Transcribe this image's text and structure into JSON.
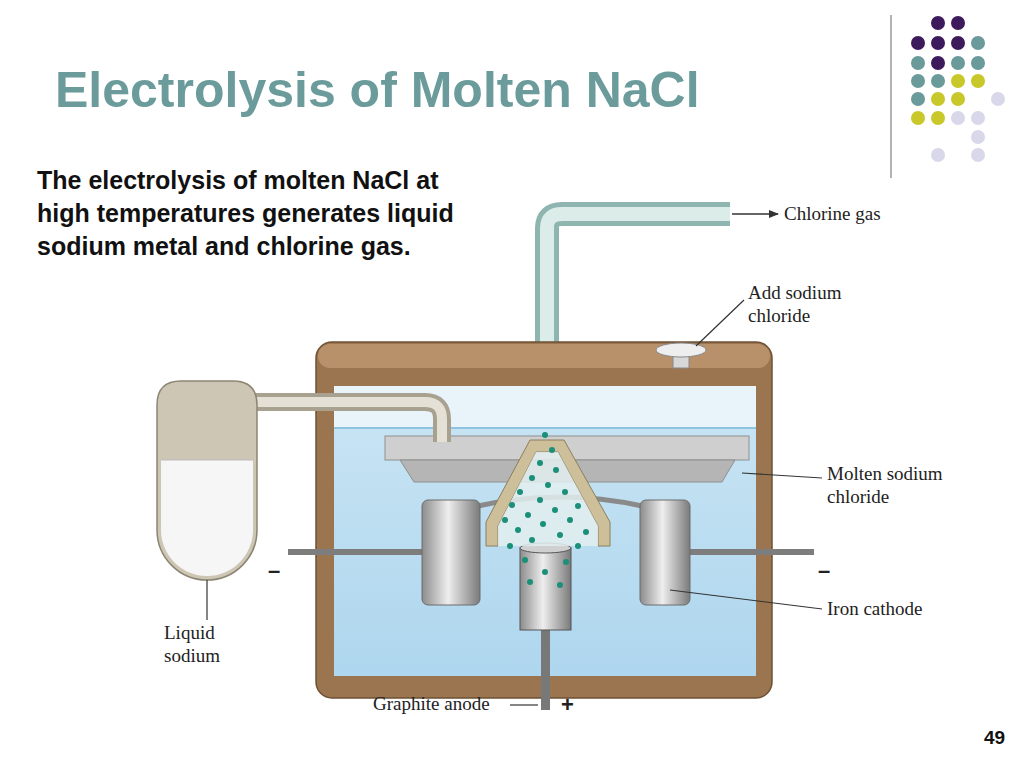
{
  "diagram": {
    "title": "Electrolysis of Molten NaCl",
    "labels": [
      "The electrolysis of molten NaCl at high temperatures generates liquid sodium metal and chlorine gas.",
      "Chlorine gas",
      "Add sodium chloride",
      "Molten sodium chloride",
      "Iron cathode",
      "Liquid sodium",
      "–",
      "–",
      "Graphite anode",
      "+",
      "49"
    ]
  }
}
